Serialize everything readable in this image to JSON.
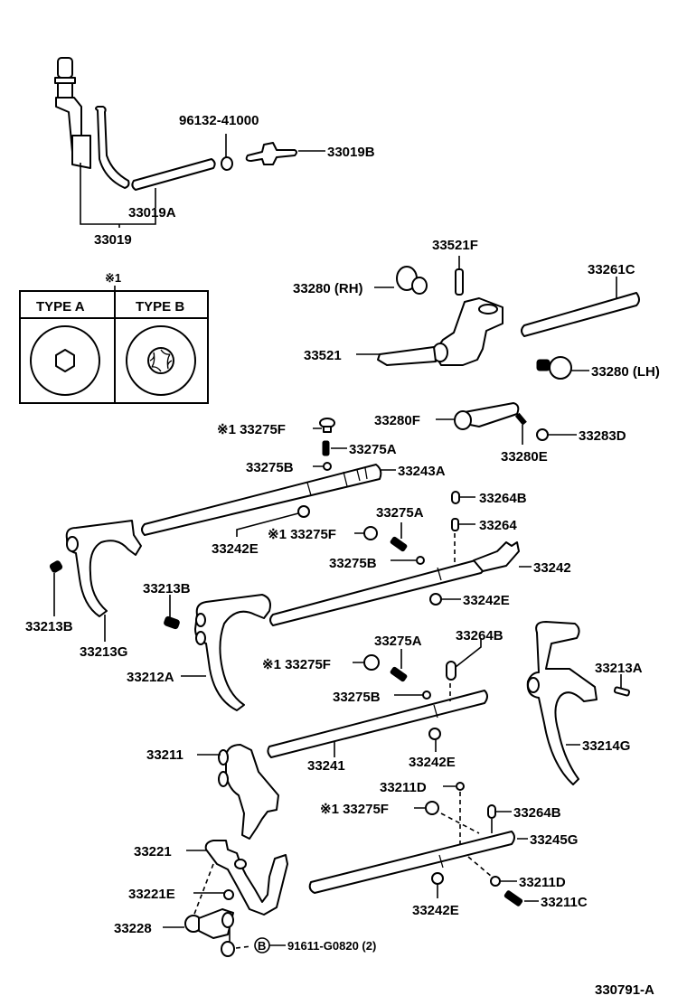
{
  "diagram": {
    "title_code": "330791-A",
    "callouts": {
      "p_96132_41000": "96132-41000",
      "p_33019B": "33019B",
      "p_33019A": "33019A",
      "p_33019": "33019",
      "p_33521F": "33521F",
      "p_33261C": "33261C",
      "p_33280_rh": "33280 (RH)",
      "p_33521": "33521",
      "p_33280_lh": "33280 (LH)",
      "p_33280F": "33280F",
      "p_33283D": "33283D",
      "p_33280E": "33280E",
      "p_33275F_1": "※1 33275F",
      "p_33275A_1": "33275A",
      "p_33275B_1": "33275B",
      "p_33243A": "33243A",
      "p_33242E_1": "33242E",
      "p_33264B_1": "33264B",
      "p_33264": "33264",
      "p_33275A_2": "33275A",
      "p_33275F_2": "※1 33275F",
      "p_33275B_2": "33275B",
      "p_33242": "33242",
      "p_33242E_2": "33242E",
      "p_33213B_1": "33213B",
      "p_33213B_2": "33213B",
      "p_33213G": "33213G",
      "p_33212A": "33212A",
      "p_33275A_3": "33275A",
      "p_33264B_2": "33264B",
      "p_33275F_3": "※1 33275F",
      "p_33275B_3": "33275B",
      "p_33213A": "33213A",
      "p_33214G": "33214G",
      "p_33241": "33241",
      "p_33242E_3": "33242E",
      "p_33211": "33211",
      "p_33211D_1": "33211D",
      "p_33275F_4": "※1 33275F",
      "p_33264B_3": "33264B",
      "p_33245G": "33245G",
      "p_33221": "33221",
      "p_33211D_2": "33211D",
      "p_33221E": "33221E",
      "p_33211C": "33211C",
      "p_33242E_4": "33242E",
      "p_33228": "33228",
      "p_91611": "91611-G0820 (2)",
      "bolt_marker": "B"
    },
    "legend": {
      "note_marker": "※1",
      "type_a": "TYPE  A",
      "type_b": "TYPE  B",
      "type_a_icon": "hex-socket-icon",
      "type_b_icon": "torx-socket-icon"
    }
  }
}
